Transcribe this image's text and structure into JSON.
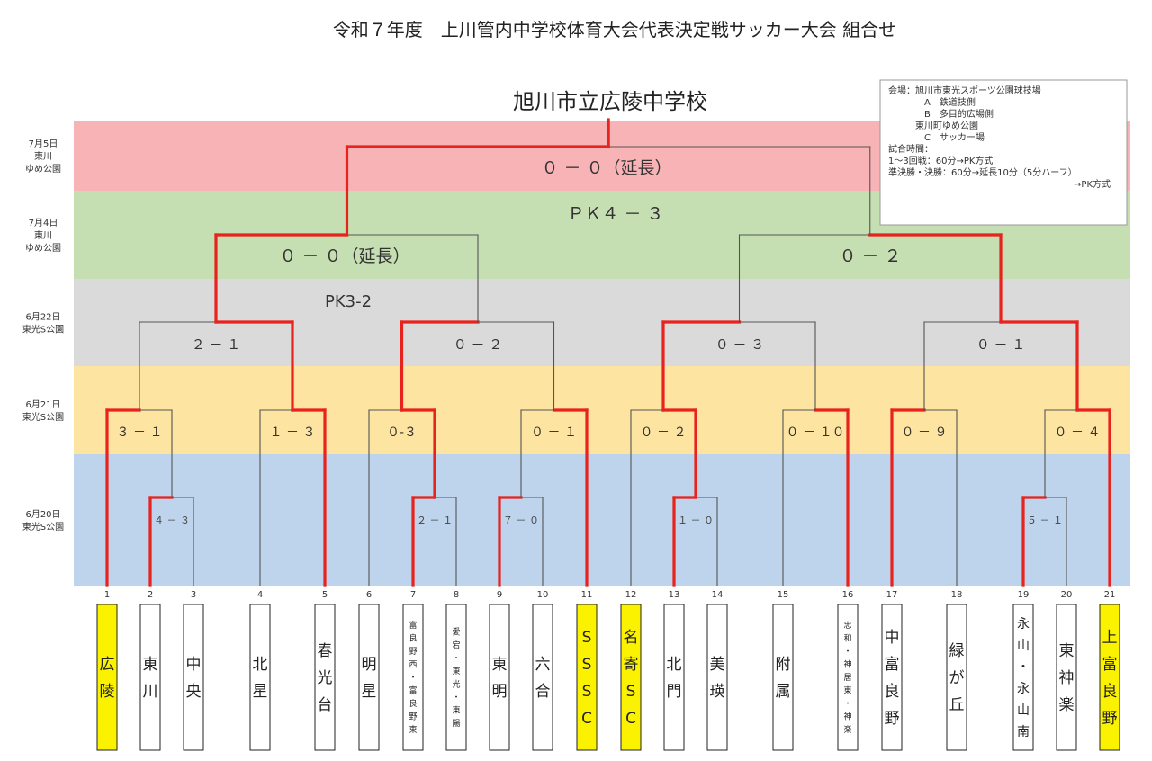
{
  "page_title": "令和７年度　上川管内中学校体育大会代表決定戦サッカー大会 組合せ",
  "champion": "旭川市立広陵中学校",
  "band_colors": [
    "#f8b3b6",
    "#c5dfb2",
    "#dadada",
    "#fde4a1",
    "#bdd4ec"
  ],
  "line_colors": {
    "winner": "#e8221c",
    "normal": "#555555"
  },
  "team_colors": {
    "highlight": "#fbf200",
    "plain": "#ffffff"
  },
  "rounds": [
    {
      "date": "7月5日",
      "place_lines": [
        "東川",
        "ゆめ公園"
      ]
    },
    {
      "date": "7月4日",
      "place_lines": [
        "東川",
        "ゆめ公園"
      ]
    },
    {
      "date": "6月22日",
      "place_lines": [
        "東光S公園"
      ]
    },
    {
      "date": "6月21日",
      "place_lines": [
        "東光S公園"
      ]
    },
    {
      "date": "6月20日",
      "place_lines": [
        "東光S公園"
      ]
    }
  ],
  "info_box_lines": [
    "会場：旭川市東光スポーツ公園球技場",
    "　　　　A　鉄道技側",
    "　　　　B　多目的広場側",
    "　　　東川町ゆめ公園",
    "　　　　C　サッカー場",
    "試合時間：",
    "1～3回戦：60分→PK方式",
    "準決勝・決勝：60分→延長10分（5分ハーフ）",
    "→PK方式"
  ],
  "teams": [
    {
      "no": "1",
      "name": "広陵",
      "highlight": true
    },
    {
      "no": "2",
      "name": "東川",
      "highlight": false
    },
    {
      "no": "3",
      "name": "中央",
      "highlight": false
    },
    {
      "no": "4",
      "name": "北星",
      "highlight": false
    },
    {
      "no": "5",
      "name": "春光台",
      "highlight": false
    },
    {
      "no": "6",
      "name": "明星",
      "highlight": false
    },
    {
      "no": "7",
      "name": "富良野西・富良野東",
      "highlight": false
    },
    {
      "no": "8",
      "name": "愛宕・東光・東陽",
      "highlight": false
    },
    {
      "no": "9",
      "name": "東明",
      "highlight": false
    },
    {
      "no": "10",
      "name": "六合",
      "highlight": false
    },
    {
      "no": "11",
      "name": "SSSC",
      "highlight": true
    },
    {
      "no": "12",
      "name": "名寄SC",
      "highlight": true
    },
    {
      "no": "13",
      "name": "北門",
      "highlight": false
    },
    {
      "no": "14",
      "name": "美瑛",
      "highlight": false
    },
    {
      "no": "15",
      "name": "附属",
      "highlight": false
    },
    {
      "no": "16",
      "name": "忠和・神居東・神楽",
      "highlight": false
    },
    {
      "no": "17",
      "name": "中富良野",
      "highlight": false
    },
    {
      "no": "18",
      "name": "緑が丘",
      "highlight": false
    },
    {
      "no": "19",
      "name": "永山・永山南",
      "highlight": false
    },
    {
      "no": "20",
      "name": "東神楽",
      "highlight": false
    },
    {
      "no": "21",
      "name": "上富良野",
      "highlight": true
    }
  ],
  "scores": {
    "final_score": "０ － ０（延長）",
    "final_pk": "ＰＫ４ － ３",
    "sf1_score": "０ － ０（延長）",
    "sf1_pk": "PK3-2",
    "sf2_score": "０ － ２",
    "qf1": "２ － １",
    "qf2": "０ － ２",
    "qf3": "０ － ３",
    "qf4": "０ － １",
    "r2_1": "３ － １",
    "r2_2": "１ － ３",
    "r2_3": "０-３",
    "r2_4": "０ － １",
    "r2_5": "０ － ２",
    "r2_6": "０ － １０",
    "r2_7": "０ － ９",
    "r2_8": "０ － ４",
    "r1_1": "４ － ３",
    "r1_2": "２ － １",
    "r1_3": "７ － ０",
    "r1_4": "１ － ０",
    "r1_5": "５ － １"
  }
}
